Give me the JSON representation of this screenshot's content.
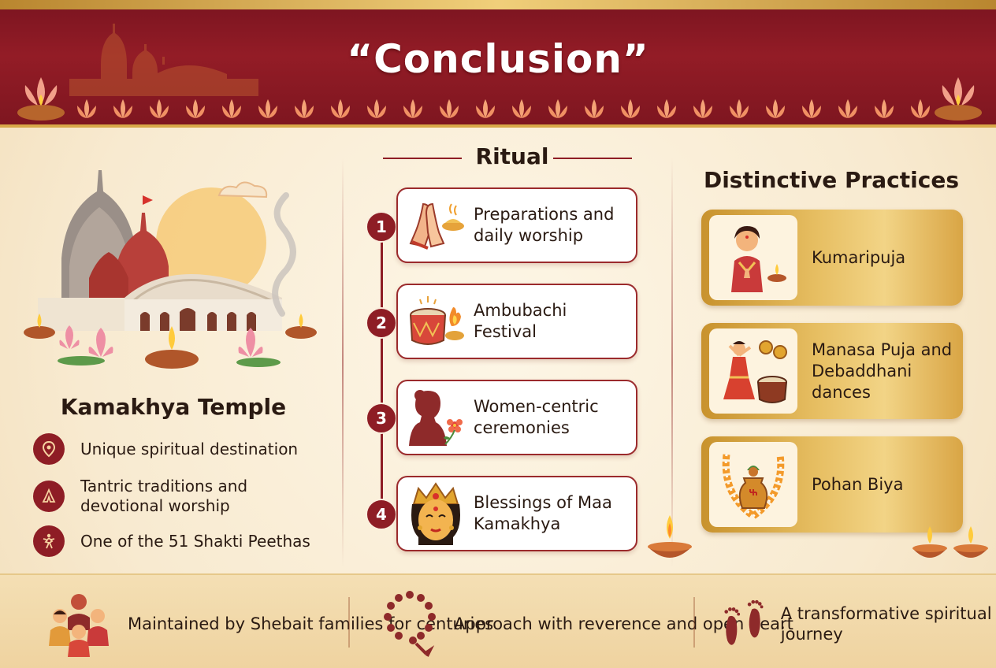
{
  "header": {
    "title": "“Conclusion”"
  },
  "left": {
    "title": "Kamakhya Temple",
    "features": [
      {
        "icon": "location-pin-icon",
        "text": "Unique spiritual destination"
      },
      {
        "icon": "praying-hands-icon",
        "text": "Tantric traditions and devotional worship"
      },
      {
        "icon": "shakti-dancer-icon",
        "text": "One of the 51 Shakti Peethas"
      }
    ]
  },
  "ritual": {
    "heading": "Ritual",
    "steps": [
      {
        "number": "1",
        "icon": "praying-hands-icon",
        "text": "Preparations and daily worship"
      },
      {
        "number": "2",
        "icon": "drum-fire-icon",
        "text": "Ambubachi Festival"
      },
      {
        "number": "3",
        "icon": "woman-silhouette-icon",
        "text": "Women-centric ceremonies"
      },
      {
        "number": "4",
        "icon": "goddess-face-icon",
        "text": "Blessings of Maa Kamakhya"
      }
    ]
  },
  "practices": {
    "heading": "Distinctive Practices",
    "items": [
      {
        "icon": "girl-with-lamp-icon",
        "text": "Kumaripuja"
      },
      {
        "icon": "dancer-drum-icon",
        "text": "Manasa Puja and Debaddhani dances"
      },
      {
        "icon": "kalash-garland-icon",
        "text": "Pohan Biya"
      }
    ]
  },
  "footer": {
    "items": [
      {
        "icon": "family-icon",
        "text": "Maintained by Shebait families for centuries"
      },
      {
        "icon": "prayer-beads-icon",
        "text": "Approach with reverence and open heart"
      },
      {
        "icon": "footprints-icon",
        "text": "A transformative spiritual journey"
      }
    ]
  },
  "colors": {
    "maroon": "#8e1d25",
    "gold": "#e7bf63",
    "cream": "#fbf1dc"
  }
}
